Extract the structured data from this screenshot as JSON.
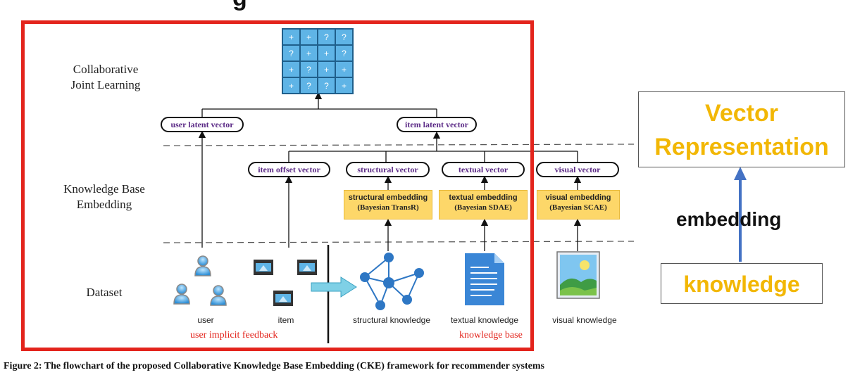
{
  "title_partial": "g",
  "layers": {
    "collab": "Collaborative\nJoint Learning",
    "kb": "Knowledge Base\nEmbedding",
    "dataset": "Dataset"
  },
  "matrix": [
    [
      "+",
      "+",
      "?",
      "?"
    ],
    [
      "?",
      "+",
      "+",
      "?"
    ],
    [
      "+",
      "?",
      "+",
      "+"
    ],
    [
      "+",
      "?",
      "?",
      "+"
    ]
  ],
  "vectors": {
    "user_latent": "user latent vector",
    "item_latent": "item latent vector",
    "item_offset": "item offset vector",
    "structural": "structural vector",
    "textual": "textual vector",
    "visual": "visual vector"
  },
  "embeddings": {
    "structural": {
      "name": "structural embedding",
      "method": "(Bayesian TransR)"
    },
    "textual": {
      "name": "textual embedding",
      "method": "(Bayesian SDAE)"
    },
    "visual": {
      "name": "visual embedding",
      "method": "(Bayesian SCAE)"
    }
  },
  "dataset_labels": {
    "user": "user",
    "item": "item",
    "structural": "structural knowledge",
    "textual": "textual knowledge",
    "visual": "visual knowledge"
  },
  "group_labels": {
    "feedback": "user implicit feedback",
    "kb": "knowledge base"
  },
  "caption": "Figure 2: The flowchart of the proposed Collaborative Knowledge Base Embedding (CKE) framework for recommender systems",
  "annotation": {
    "vector_rep": "Vector\nRepresentation",
    "embedding": "embedding",
    "knowledge": "knowledge"
  },
  "colors": {
    "highlight": "#e3241c",
    "accent": "#f2b705",
    "arrow": "#4472c4"
  }
}
